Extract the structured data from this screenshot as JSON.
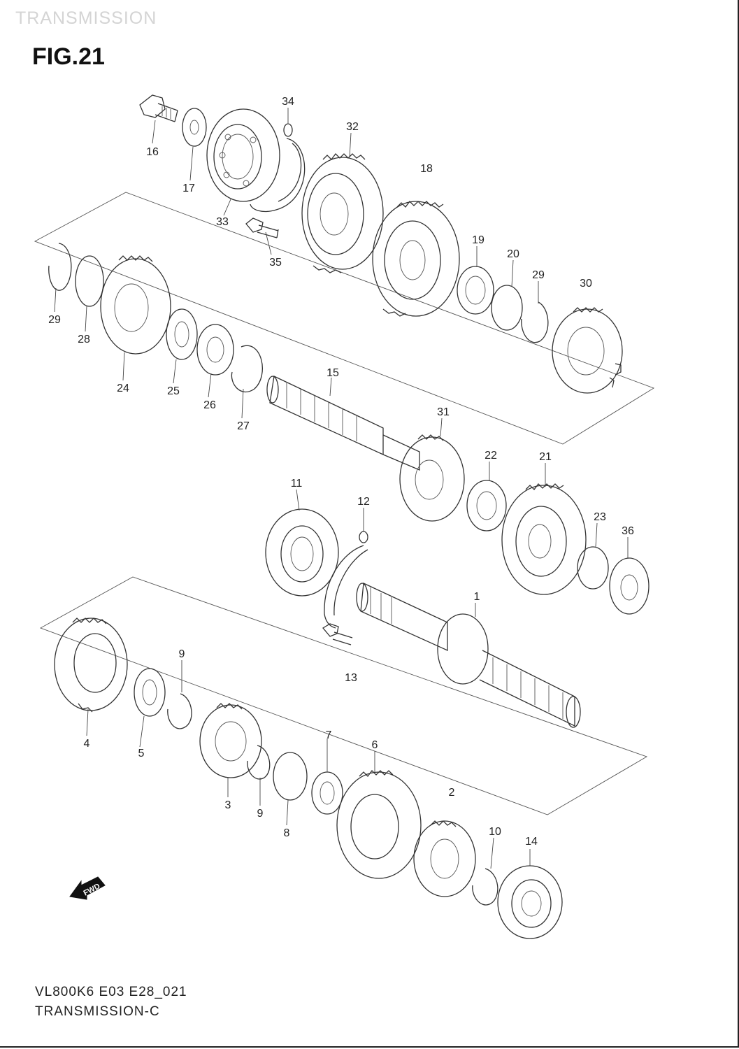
{
  "header": {
    "section_title": "TRANSMISSION",
    "figure_label": "FIG.21"
  },
  "footer": {
    "drawing_code": "VL800K6 E03 E28_021",
    "subtitle": "TRANSMISSION-C"
  },
  "direction_marker": {
    "text": "FWD",
    "icon": "fwd-arrow-icon"
  },
  "callouts": [
    "1",
    "2",
    "3",
    "4",
    "5",
    "6",
    "7",
    "8",
    "9",
    "9",
    "10",
    "11",
    "12",
    "13",
    "14",
    "15",
    "16",
    "17",
    "18",
    "19",
    "20",
    "21",
    "22",
    "23",
    "24",
    "25",
    "26",
    "27",
    "28",
    "29",
    "29",
    "30",
    "31",
    "32",
    "33",
    "34",
    "35",
    "36"
  ],
  "colors": {
    "line": "#333333",
    "faint_header": "#d4d4d4",
    "background": "#ffffff"
  }
}
